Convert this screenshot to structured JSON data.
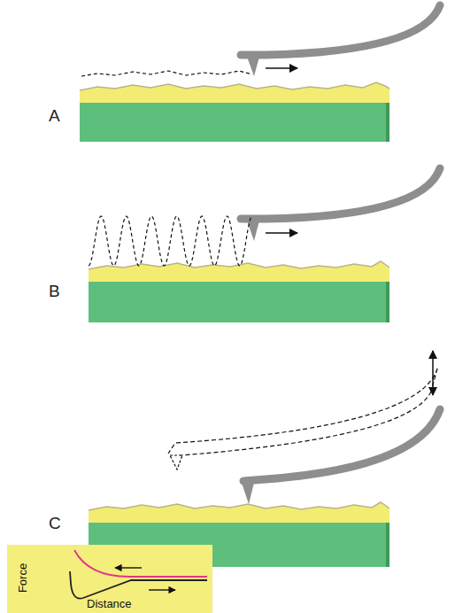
{
  "diagram": {
    "nodes": [
      {
        "text": [
          "Force",
          "Distance"
        ]
      }
    ],
    "labels": [
      "A",
      "B",
      "C"
    ]
  }
}
